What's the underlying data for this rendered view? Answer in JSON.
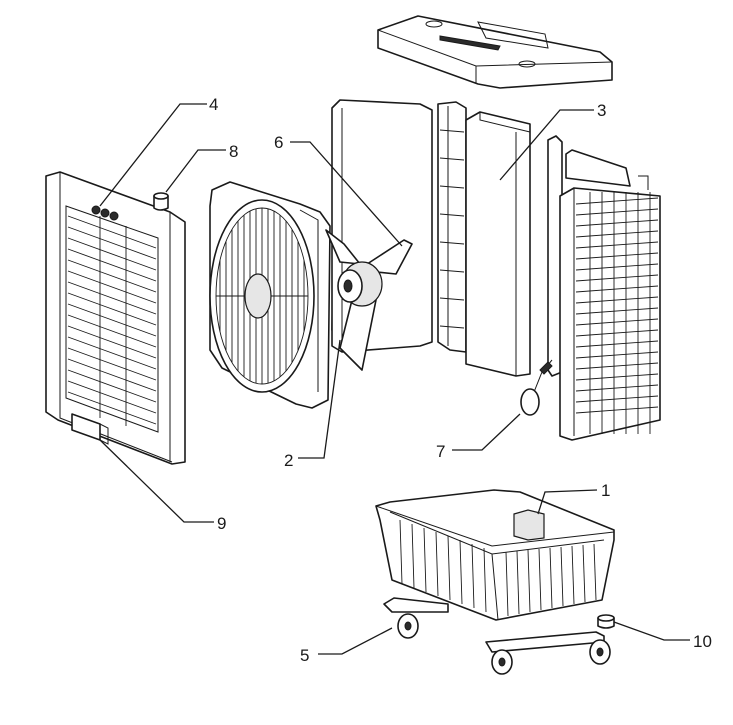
{
  "callouts": [
    {
      "id": "1",
      "label": "1"
    },
    {
      "id": "2",
      "label": "2"
    },
    {
      "id": "3",
      "label": "3"
    },
    {
      "id": "4",
      "label": "4"
    },
    {
      "id": "5",
      "label": "5"
    },
    {
      "id": "6",
      "label": "6"
    },
    {
      "id": "7",
      "label": "7"
    },
    {
      "id": "8",
      "label": "8"
    },
    {
      "id": "9",
      "label": "9"
    },
    {
      "id": "10",
      "label": "10"
    }
  ],
  "colors": {
    "line": "#1a1a1a",
    "background": "#ffffff",
    "shade": "#e6e6e6"
  }
}
